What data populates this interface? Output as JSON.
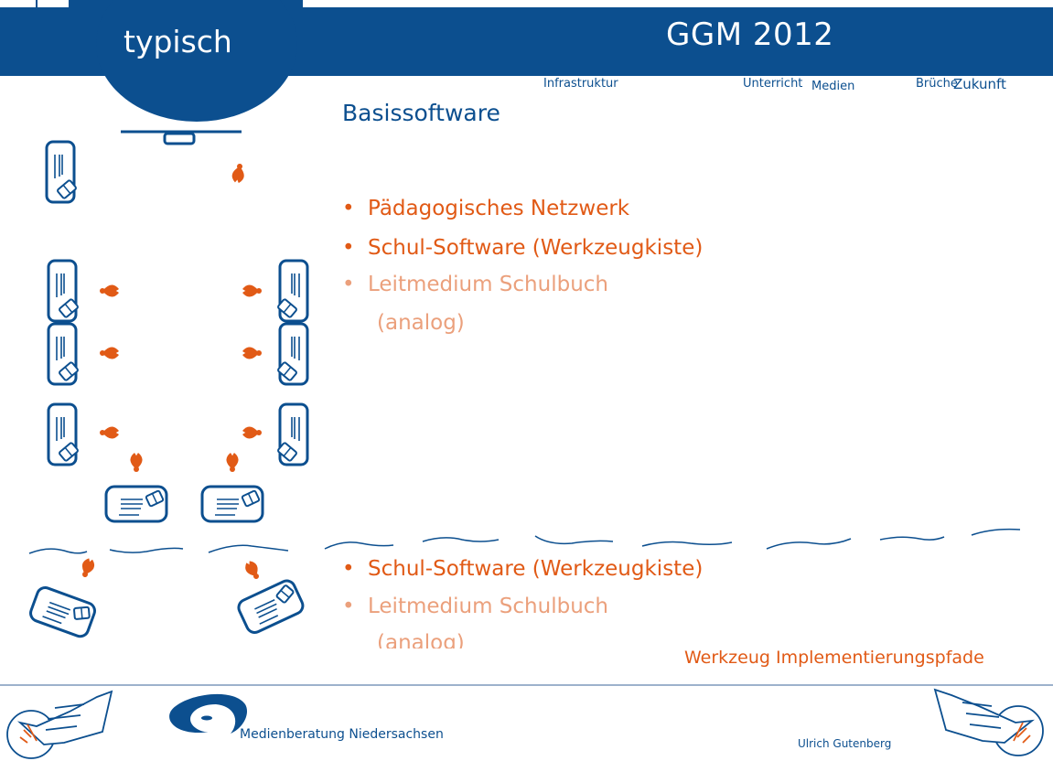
{
  "header": {
    "left_title": "typisch",
    "right_title": "GGM 2012"
  },
  "nav": [
    {
      "label": "Infrastruktur"
    },
    {
      "label": "Unterricht"
    },
    {
      "label": "Medien"
    },
    {
      "label": "Brüche"
    },
    {
      "label": "Zukunft"
    }
  ],
  "slide": {
    "title": "Basissoftware",
    "bullets_upper": [
      {
        "text": "Pädagogisches Netzwerk"
      },
      {
        "text": "Schul-Software (Werkzeugkiste)"
      },
      {
        "text": "Leitmedium Schulbuch",
        "continuation": "(analog)"
      }
    ],
    "bullets_lower": [
      {
        "text": "Schul-Software (Werkzeugkiste)"
      },
      {
        "text": "Leitmedium Schulbuch",
        "continuation": "(analog)"
      }
    ],
    "tool_link": "Werkzeug Implementierungspfade"
  },
  "footer": {
    "organization": "Medienberatung Niedersachsen",
    "author": "Ulrich Gutenberg"
  },
  "colors": {
    "brand_blue": "#0c4f8f",
    "accent_orange": "#e15a16",
    "faded_orange": "#eba07c"
  },
  "icons": [
    "student-desk-icon",
    "chair-icon",
    "teacher-board-icon",
    "medienberatung-logo-icon",
    "hand-with-tablet-icon"
  ]
}
